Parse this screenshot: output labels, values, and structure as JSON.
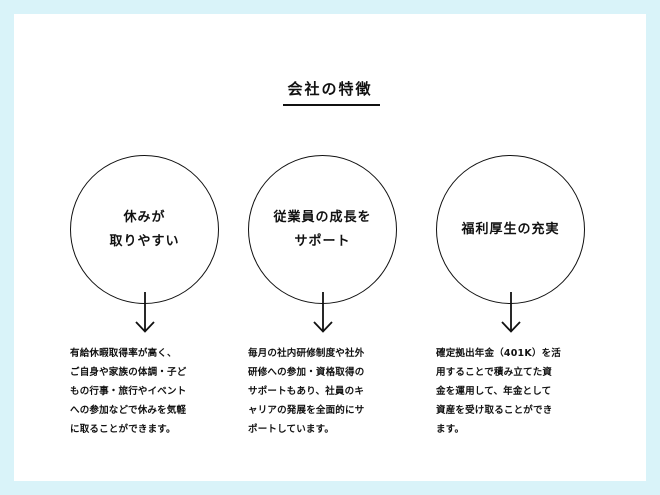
{
  "section_title": "会社の特徴",
  "features": [
    {
      "circle_lines": [
        "休みが",
        "取りやすい"
      ],
      "description_lines": [
        "有給休暇取得率が高く、",
        "ご自身や家族の体調・子ど",
        "もの行事・旅行やイベント",
        "への参加などで休みを気軽",
        "に取ることができます。"
      ]
    },
    {
      "circle_lines": [
        "従業員の成長を",
        "サポート"
      ],
      "description_lines": [
        "毎月の社内研修制度や社外",
        "研修への参加・資格取得の",
        "サポートもあり、社員のキ",
        "ャリアの発展を全面的にサ",
        "ポートしています。"
      ]
    },
    {
      "circle_lines": [
        "福利厚生の充実"
      ],
      "description_lines": [
        "確定拠出年金（401K）を活",
        "用することで積み立てた資",
        "金を運用して、年金として",
        "資産を受け取ることができ",
        "ます。"
      ]
    }
  ]
}
